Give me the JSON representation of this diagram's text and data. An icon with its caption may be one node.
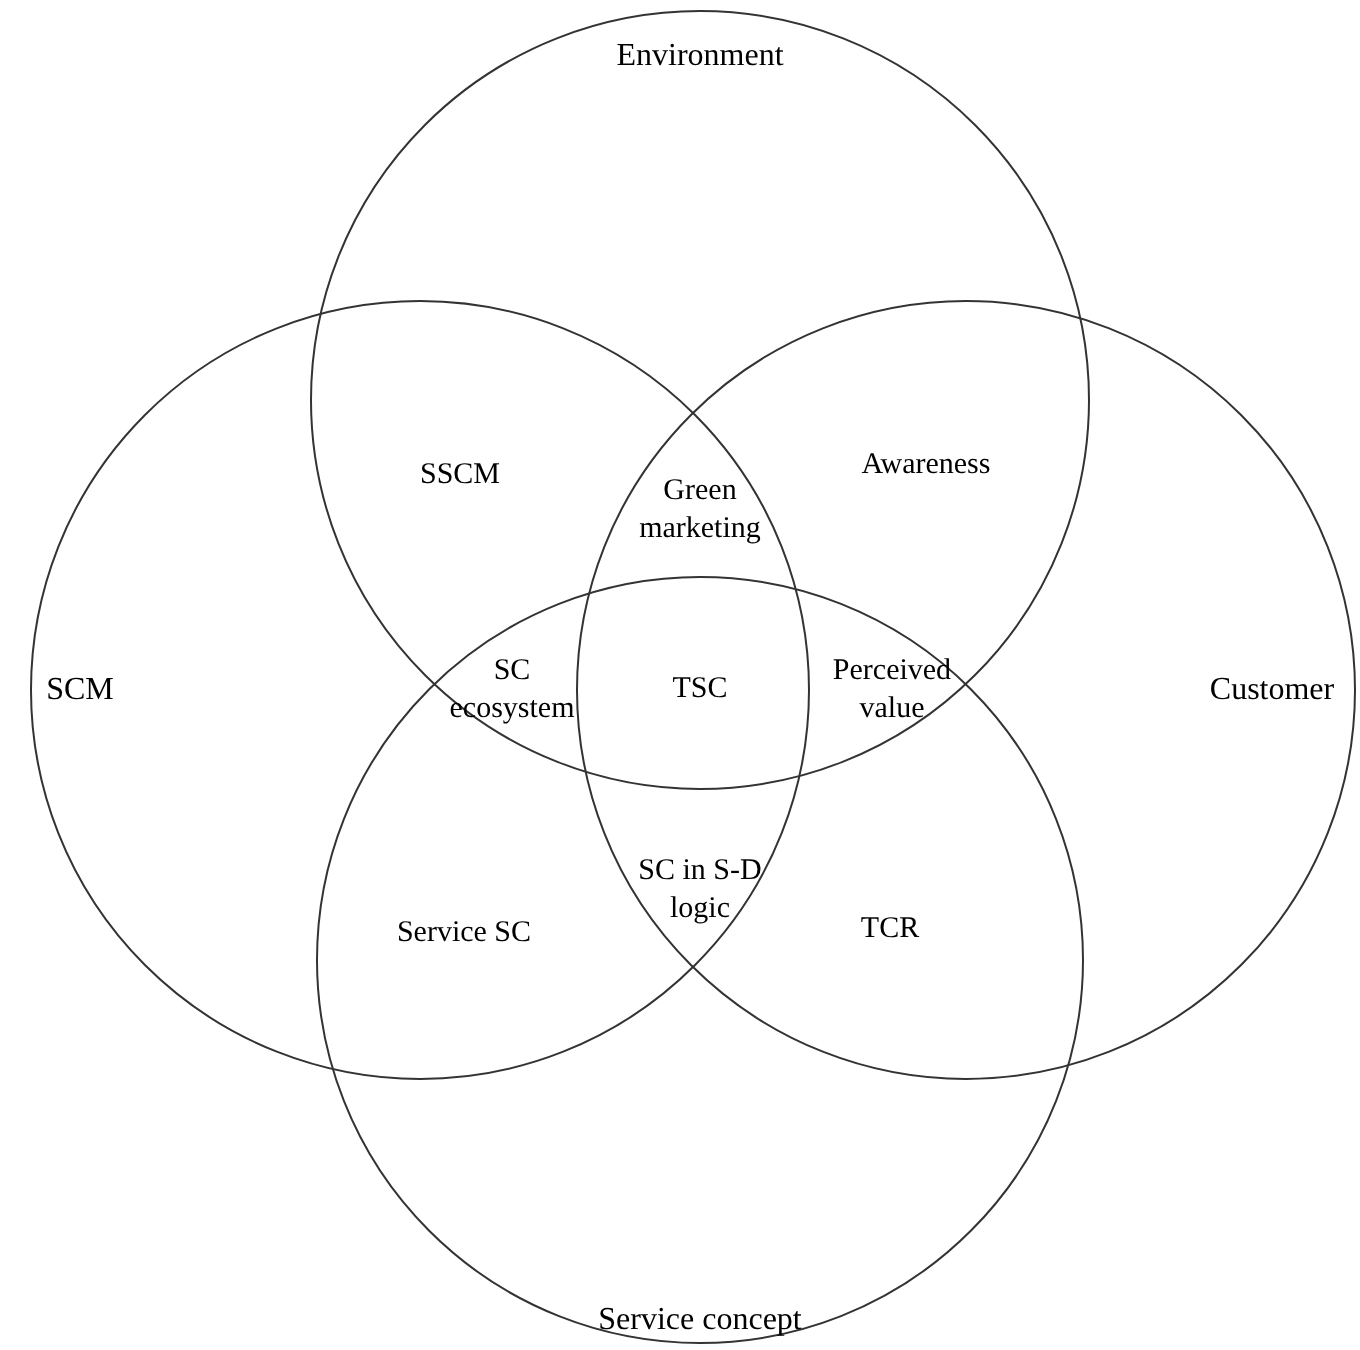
{
  "diagram": {
    "nodes": [
      {
        "text": [
          "Environment"
        ]
      },
      {
        "text": [
          "SCM"
        ]
      },
      {
        "text": [
          "Customer"
        ]
      },
      {
        "text": [
          "Service concept"
        ]
      }
    ],
    "edges": [],
    "labels": [
      "SSCM",
      "Green marketing",
      "Awareness",
      "SC ecosystem",
      "TSC",
      "Perceived value",
      "SC in S-D logic",
      "Service SC",
      "TCR"
    ]
  }
}
